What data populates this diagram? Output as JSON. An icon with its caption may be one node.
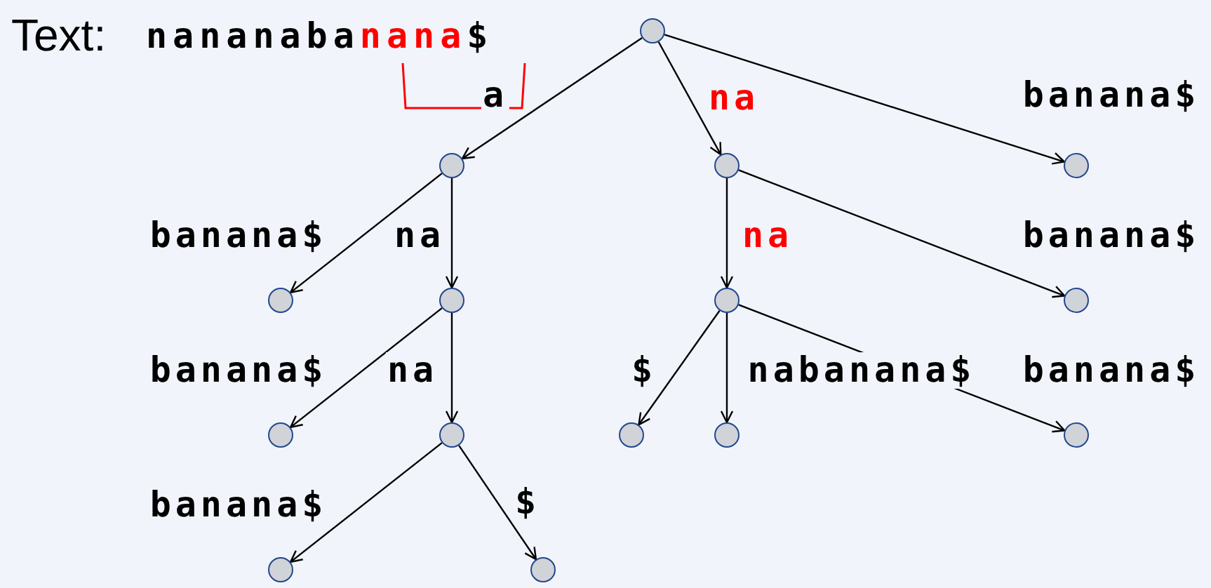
{
  "diagram": {
    "title": "Text:",
    "nodes": [
      {
        "text": [],
        "shape": "circle"
      },
      {
        "text": [],
        "shape": "circle"
      },
      {
        "text": [],
        "shape": "circle"
      },
      {
        "text": [],
        "shape": "circle"
      },
      {
        "text": [],
        "shape": "circle"
      },
      {
        "text": [],
        "shape": "circle"
      },
      {
        "text": [],
        "shape": "circle"
      },
      {
        "text": [],
        "shape": "circle"
      },
      {
        "text": [],
        "shape": "circle"
      },
      {
        "text": [],
        "shape": "circle"
      },
      {
        "text": [],
        "shape": "circle"
      },
      {
        "text": [],
        "shape": "circle"
      },
      {
        "text": [],
        "shape": "circle"
      },
      {
        "text": [],
        "shape": "circle"
      },
      {
        "text": [],
        "shape": "circle"
      }
    ],
    "edges": [
      {
        "from": 0,
        "to": 1,
        "arrow": "to",
        "label": "a"
      },
      {
        "from": 0,
        "to": 8,
        "arrow": "to",
        "label": "**na**"
      },
      {
        "from": 0,
        "to": 9,
        "arrow": "to",
        "label": "banana$"
      },
      {
        "from": 1,
        "to": 2,
        "arrow": "to",
        "label": "banana$"
      },
      {
        "from": 1,
        "to": 3,
        "arrow": "to",
        "label": "na"
      },
      {
        "from": 3,
        "to": 4,
        "arrow": "to",
        "label": "banana$"
      },
      {
        "from": 3,
        "to": 5,
        "arrow": "to",
        "label": "na"
      },
      {
        "from": 5,
        "to": 6,
        "arrow": "to",
        "label": "banana$"
      },
      {
        "from": 5,
        "to": 7,
        "arrow": "to",
        "label": "$"
      },
      {
        "from": 8,
        "to": 10,
        "arrow": "to",
        "label": "**na**"
      },
      {
        "from": 8,
        "to": 11,
        "arrow": "to",
        "label": "banana$"
      },
      {
        "from": 10,
        "to": 12,
        "arrow": "to",
        "label": "$"
      },
      {
        "from": 10,
        "to": 13,
        "arrow": "to",
        "label": "nabanana$"
      },
      {
        "from": 10,
        "to": 14,
        "arrow": "to",
        "label": "banana$"
      }
    ],
    "labels": [
      "nananaba**nana**$"
    ]
  }
}
